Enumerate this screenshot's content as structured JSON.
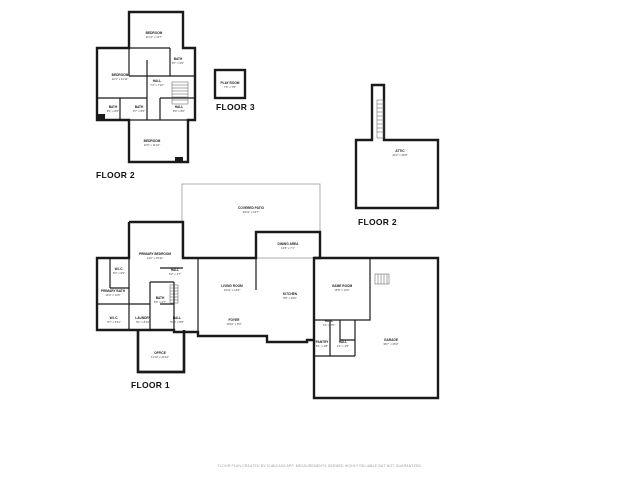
{
  "floor_labels": {
    "floor1": "FLOOR 1",
    "floor2_house": "FLOOR 2",
    "floor2_garage": "FLOOR 2",
    "floor3": "FLOOR 3"
  },
  "rooms": {
    "bedroom_top": {
      "name": "BEDROOM",
      "size": "11'10\" x 11'7\""
    },
    "bedroom_left": {
      "name": "BEDROOM",
      "size": "12'1\" x 11'11\""
    },
    "bath_f2_right": {
      "name": "BATH",
      "size": "8'7\" x 5'0\""
    },
    "hall_f2": {
      "name": "HALL",
      "size": "7'4\" x 7'10\""
    },
    "bath_f2_left": {
      "name": "BATH",
      "size": "8'1\" x 8'0\""
    },
    "bath_f2_mid": {
      "name": "BATH",
      "size": "5'7\" x 8'5\""
    },
    "hall_f2_lower": {
      "name": "HALL",
      "size": "8'0\" x 8'5\""
    },
    "bedroom_bottom": {
      "name": "BEDROOM",
      "size": "11'8\" x 11'10\""
    },
    "play_room": {
      "name": "PLAY ROOM",
      "size": "7'6\" x 7'8\""
    },
    "attic": {
      "name": "ATTIC",
      "size": "24'2\" x 30'8\""
    },
    "covered_patio": {
      "name": "COVERED PATIO",
      "size": "36'11\" x 21'7\""
    },
    "dining_area": {
      "name": "DINING AREA",
      "size": "13'6\" x 7'1\""
    },
    "primary_bedroom": {
      "name": "PRIMARY BEDROOM",
      "size": "14'2\" x 15'11\""
    },
    "wic": {
      "name": "W.I.C.",
      "size": "8'3\" x 6'9\""
    },
    "living_room": {
      "name": "LIVING ROOM",
      "size": "16'11\" x 16'9\""
    },
    "kitchen": {
      "name": "KITCHEN",
      "size": "9'8\" x 19'0\""
    },
    "game_room": {
      "name": "GAME ROOM",
      "size": "16'8\" x 13'2\""
    },
    "hall_f1_top": {
      "name": "HALL",
      "size": "6'2\" x 4'7\""
    },
    "primary_bath": {
      "name": "PRIMARY BATH",
      "size": "14'0\" x 14'5\""
    },
    "bath_f1": {
      "name": "BATH",
      "size": "8'6\" x 6'7\""
    },
    "wic_small": {
      "name": "W.I.C.",
      "size": "8'7\" x 5'11\""
    },
    "laundry": {
      "name": "LAUNDRY",
      "size": "5'1\" x 8'10\""
    },
    "hall_f1_mid": {
      "name": "HALL",
      "size": "5'10\" x 8'8\""
    },
    "foyer": {
      "name": "FOYER",
      "size": "10'10\" x 8'0\""
    },
    "hall_f1_right": {
      "name": "HALL",
      "size": "4'1\" x 7'0\""
    },
    "pantry": {
      "name": "PANTRY",
      "size": "5'1\" x 4'8\""
    },
    "hall_f1_small": {
      "name": "HALL",
      "size": "4'1\" x 4'5\""
    },
    "garage": {
      "name": "GARAGE",
      "size": "36'7\" x 25'0\""
    },
    "office": {
      "name": "OFFICE",
      "size": "11'10\" x 11'10\""
    }
  },
  "footer": "FLOOR PLAN CREATED BY CUBICASA APP. MEASUREMENTS DEEMED HIGHLY RELIABLE BUT NOT GUARANTEED."
}
